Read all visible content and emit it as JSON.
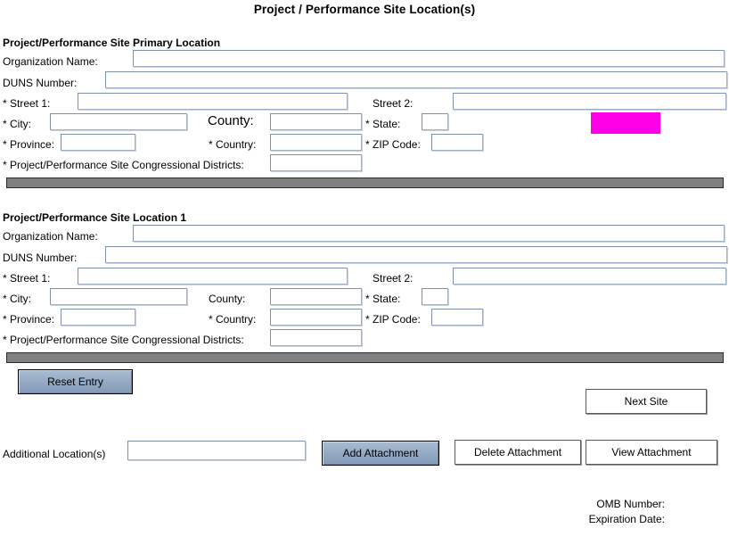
{
  "page": {
    "title": "Project / Performance Site Location(s)"
  },
  "sections": [
    {
      "heading": "Project/Performance Site Primary Location",
      "fields": {
        "organization_name_label": "Organization Name:",
        "duns_number_label": "DUNS Number:",
        "street1_label": "* Street 1:",
        "street2_label": "Street 2:",
        "city_label": "* City:",
        "county_label": "County:",
        "state_label": "* State:",
        "province_label": "* Province:",
        "country_label": "* Country:",
        "zip_label": "* ZIP Code:",
        "congressional_label": "* Project/Performance Site Congressional Districts:"
      },
      "values": {
        "organization_name": "",
        "duns_number": "",
        "street1": "",
        "street2": "",
        "city": "",
        "county": "",
        "state": "",
        "province": "",
        "country": "",
        "zip": "",
        "congressional": ""
      }
    },
    {
      "heading": "Project/Performance Site Location 1",
      "fields": {
        "organization_name_label": "Organization Name:",
        "duns_number_label": "DUNS Number:",
        "street1_label": "* Street 1:",
        "street2_label": "Street 2:",
        "city_label": "* City:",
        "county_label": "County:",
        "state_label": "* State:",
        "province_label": "* Province:",
        "country_label": "* Country:",
        "zip_label": "* ZIP Code:",
        "congressional_label": "* Project/Performance Site Congressional Districts:"
      },
      "values": {
        "organization_name": "",
        "duns_number": "",
        "street1": "",
        "street2": "",
        "city": "",
        "county": "",
        "state": "",
        "province": "",
        "country": "",
        "zip": "",
        "congressional": ""
      }
    }
  ],
  "buttons": {
    "reset_entry": "Reset Entry",
    "next_site": "Next Site",
    "add_attachment": "Add Attachment",
    "delete_attachment": "Delete Attachment",
    "view_attachment": "View  Attachment"
  },
  "attachments": {
    "additional_locations_label": "Additional Location(s)",
    "additional_locations_value": ""
  },
  "footer": {
    "omb_number_label": "OMB Number:",
    "expiration_date_label": "Expiration Date:"
  },
  "colors": {
    "highlight_block": "#ff00e6",
    "separator_bar": "#808080",
    "button_blue": "#93a8c2",
    "input_border": "#7e92ae"
  }
}
